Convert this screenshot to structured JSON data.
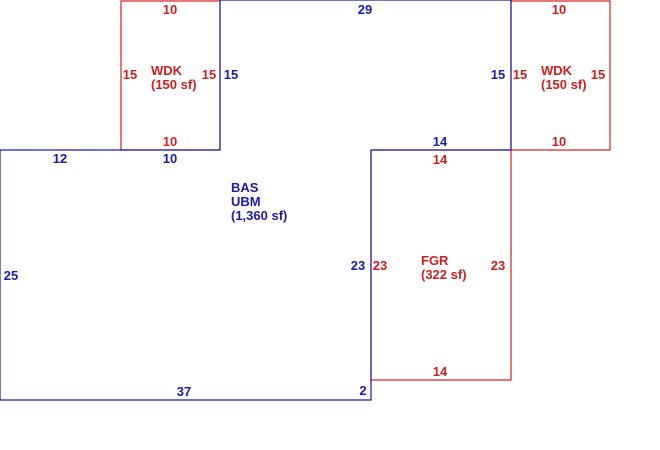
{
  "colors": {
    "main_area": "#1a1ab4",
    "secondary_area": "#d21e1e",
    "background": "#ffffff"
  },
  "areas": {
    "main": {
      "code": "BAS",
      "subcode": "UBM",
      "area": "(1,360 sf)"
    },
    "garage": {
      "code": "FGR",
      "area": "(322 sf)"
    },
    "deck_left": {
      "code": "WDK",
      "area": "(150 sf)"
    },
    "deck_right": {
      "code": "WDK",
      "area": "(150 sf)"
    }
  },
  "dimensions": {
    "main": {
      "top_deck_left": "29",
      "top_left": "12",
      "under_deck": "10",
      "left_wall": "25",
      "bottom": "37",
      "jog": "2",
      "right_wall": "23",
      "step_top": "14",
      "left_deck_side": "15",
      "right_deck_side": "15"
    },
    "garage": {
      "top": "14",
      "bottom": "14",
      "left": "23",
      "right": "23"
    },
    "deck_left": {
      "top": "10",
      "bottom": "10",
      "left": "15",
      "right": "15"
    },
    "deck_right": {
      "top": "10",
      "bottom": "10",
      "left": "15",
      "right": "15"
    }
  }
}
